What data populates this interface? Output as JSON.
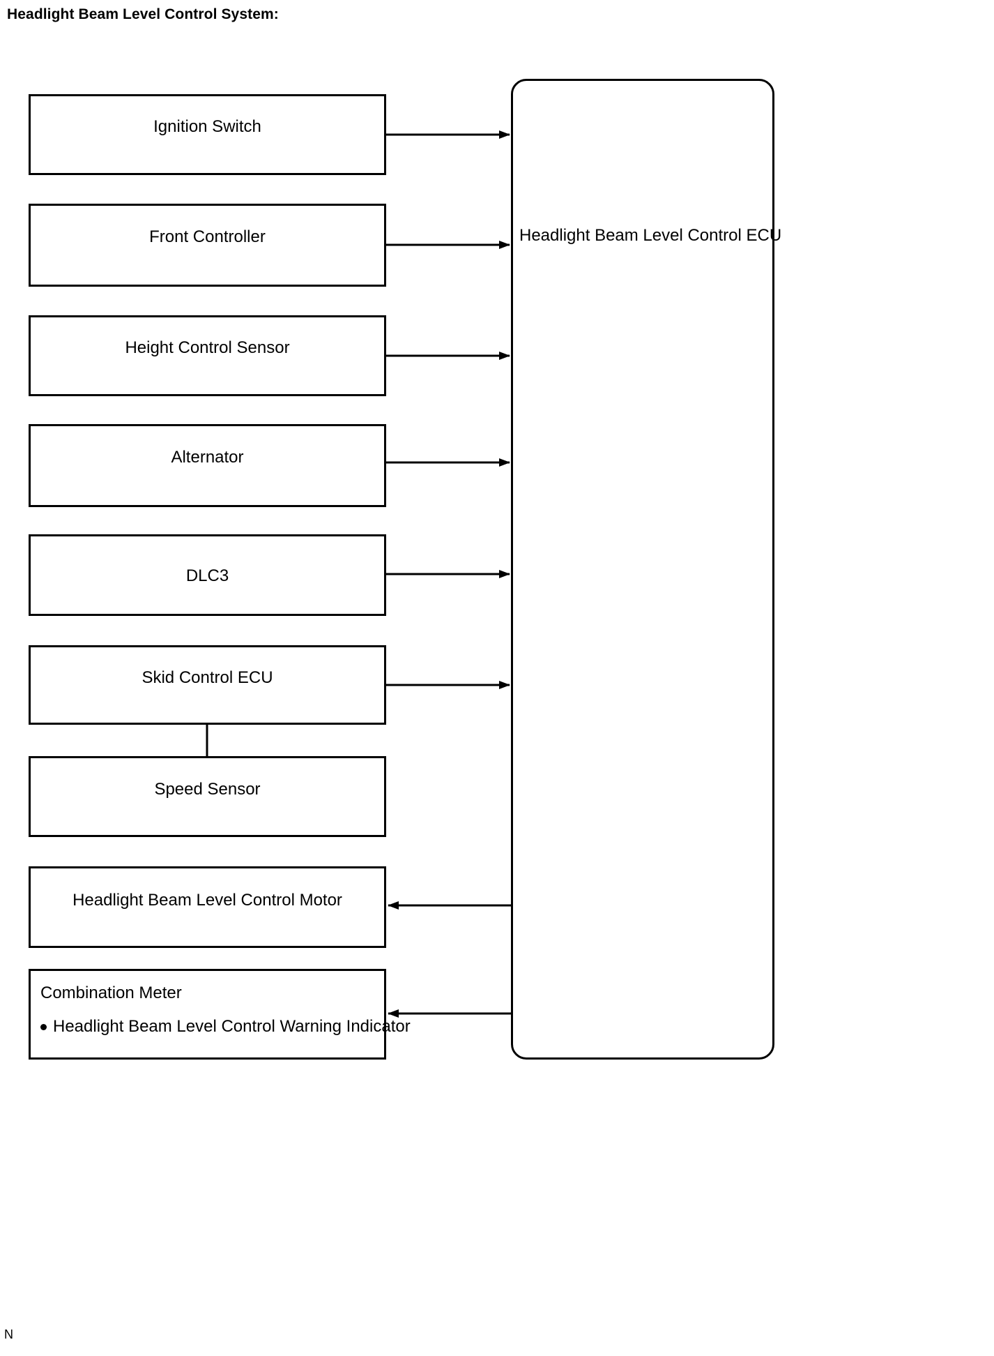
{
  "page": {
    "title": "Headlight Beam Level Control System:",
    "footer_mark": "N",
    "background_color": "#ffffff",
    "line_color": "#000000"
  },
  "ecu": {
    "label": "Headlight Beam Level Control ECU",
    "shape": "rounded-rectangle"
  },
  "nodes": [
    {
      "id": "ignition-switch",
      "label": "Ignition Switch",
      "align": "center"
    },
    {
      "id": "front-controller",
      "label": "Front Controller",
      "align": "center"
    },
    {
      "id": "height-control-sensor",
      "label": "Height Control Sensor",
      "align": "center"
    },
    {
      "id": "alternator",
      "label": "Alternator",
      "align": "center"
    },
    {
      "id": "dlc3",
      "label": "DLC3",
      "align": "center"
    },
    {
      "id": "skid-control-ecu",
      "label": "Skid Control ECU",
      "align": "center"
    },
    {
      "id": "speed-sensor",
      "label": "Speed Sensor",
      "align": "center"
    },
    {
      "id": "headlight-beam-level-control-motor",
      "label": "Headlight Beam Level Control Motor",
      "align": "center"
    },
    {
      "id": "combination-meter",
      "label": "Combination Meter",
      "align": "left"
    }
  ],
  "combination_meter": {
    "heading": "Combination Meter",
    "items": [
      {
        "bullet": "●",
        "label": "Headlight Beam Level Control Warning Indicator"
      }
    ]
  },
  "connections": [
    {
      "from": "ignition-switch",
      "to": "ecu",
      "direction": "to-ecu"
    },
    {
      "from": "front-controller",
      "to": "ecu",
      "direction": "to-ecu"
    },
    {
      "from": "height-control-sensor",
      "to": "ecu",
      "direction": "to-ecu"
    },
    {
      "from": "alternator",
      "to": "ecu",
      "direction": "to-ecu"
    },
    {
      "from": "dlc3",
      "to": "ecu",
      "direction": "to-ecu"
    },
    {
      "from": "skid-control-ecu",
      "to": "ecu",
      "direction": "to-ecu"
    },
    {
      "from": "skid-control-ecu",
      "to": "speed-sensor",
      "direction": "vertical-link"
    },
    {
      "from": "ecu",
      "to": "headlight-beam-level-control-motor",
      "direction": "from-ecu"
    },
    {
      "from": "ecu",
      "to": "combination-meter",
      "direction": "from-ecu"
    }
  ]
}
